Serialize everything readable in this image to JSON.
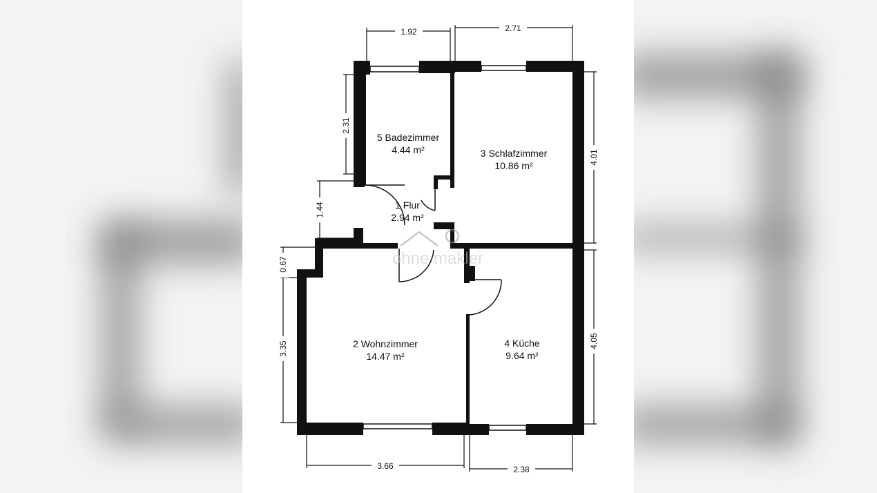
{
  "rooms": [
    {
      "id": "bad",
      "name": "5 Badezimmer",
      "area": "4.44 m²"
    },
    {
      "id": "schlaf",
      "name": "3 Schlafzimmer",
      "area": "10.86 m²"
    },
    {
      "id": "flur",
      "name": "1 Flur",
      "area": "2.94 m²"
    },
    {
      "id": "wohn",
      "name": "2 Wohnzimmer",
      "area": "14.47 m²"
    },
    {
      "id": "kueche",
      "name": "4 Küche",
      "area": "9.64 m²"
    }
  ],
  "dimensions": {
    "top_bad": "1.92",
    "top_schlaf": "2.71",
    "left_bad": "2.31",
    "left_flur": "1.44",
    "left_step": "0.67",
    "left_wohn": "3.35",
    "right_schlaf": "4.01",
    "right_kueche": "4.05",
    "bottom_wohn": "3.66",
    "bottom_kueche": "2.38"
  },
  "watermark": "ohne makler",
  "colors": {
    "wall": "#111111",
    "background": "#ffffff",
    "blur": "#7d7d7d"
  }
}
